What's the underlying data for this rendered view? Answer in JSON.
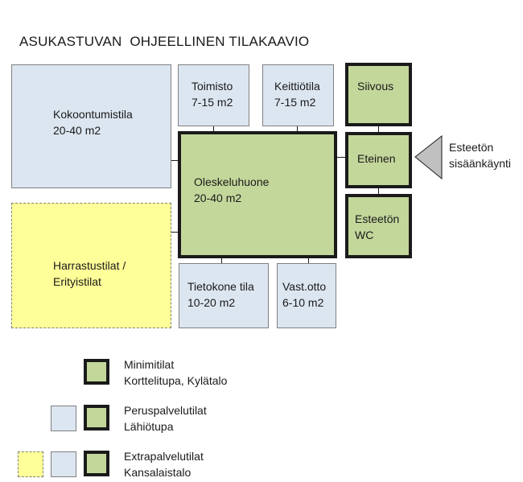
{
  "title": "ASUKASTUVAN  OHJEELLINEN TILAKAAVIO",
  "rooms": {
    "kokoontumistila": {
      "name": "Kokoontumistila",
      "size": "20-40 m2"
    },
    "toimisto": {
      "name": "Toimisto",
      "size": "7-15 m2"
    },
    "keittiotila": {
      "name": "Keittiötila",
      "size": "7-15 m2"
    },
    "siivous": {
      "name": "Siivous"
    },
    "eteinen": {
      "name": "Eteinen"
    },
    "oleskeluhuone": {
      "name": "Oleskeluhuone",
      "size": "20-40 m2"
    },
    "esteeton_wc": {
      "line1": "Esteetön",
      "line2": "WC"
    },
    "harrastustilat": {
      "line1": "Harrastustilat /",
      "line2": "Erityistilat"
    },
    "tietokone": {
      "name": "Tietokone tila",
      "size": "10-20 m2"
    },
    "vastotto": {
      "name": "Vast.otto",
      "size": "6-10 m2"
    }
  },
  "entrance": {
    "line1": "Esteetön",
    "line2": "sisäänkäynti"
  },
  "legend": [
    {
      "line1": "Minimitilat",
      "line2": "Korttelitupa, Kylätalo"
    },
    {
      "line1": "Peruspalvelutilat",
      "line2": "Lähiötupa"
    },
    {
      "line1": "Extrapalvelutilat",
      "line2": "Kansalaistalo"
    }
  ],
  "colors": {
    "basic_room": "#dce6f1",
    "minimum_room": "#c4d79b",
    "extra_room": "#ffff99",
    "border_dark": "#1a1a1a",
    "entrance_arrow": "#c0c0c0"
  }
}
